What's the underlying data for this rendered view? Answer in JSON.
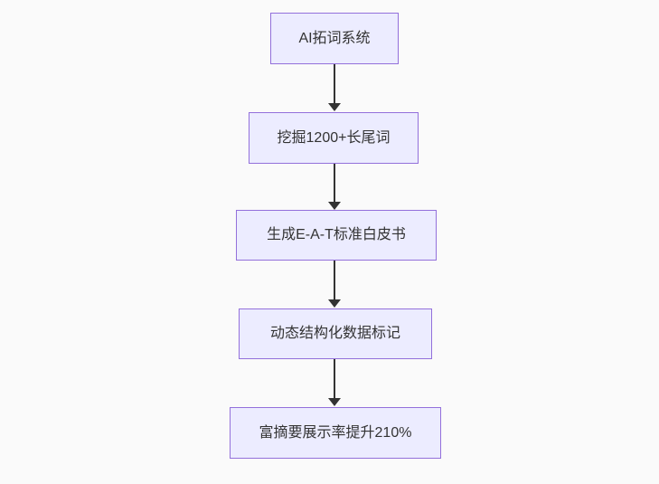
{
  "flowchart": {
    "type": "flowchart-vertical",
    "nodes": [
      {
        "label": "AI拓词系统"
      },
      {
        "label": "挖掘1200+长尾词"
      },
      {
        "label": "生成E-A-T标准白皮书"
      },
      {
        "label": "动态结构化数据标记"
      },
      {
        "label": "富摘要展示率提升210%"
      }
    ],
    "edges": [
      {
        "from": 0,
        "to": 1
      },
      {
        "from": 1,
        "to": 2
      },
      {
        "from": 2,
        "to": 3
      },
      {
        "from": 3,
        "to": 4
      }
    ],
    "colors": {
      "background": "#FAFAFA",
      "node_fill": "#ECECFF",
      "node_border": "#9370DB",
      "arrow": "#333333",
      "text": "#333333"
    }
  }
}
